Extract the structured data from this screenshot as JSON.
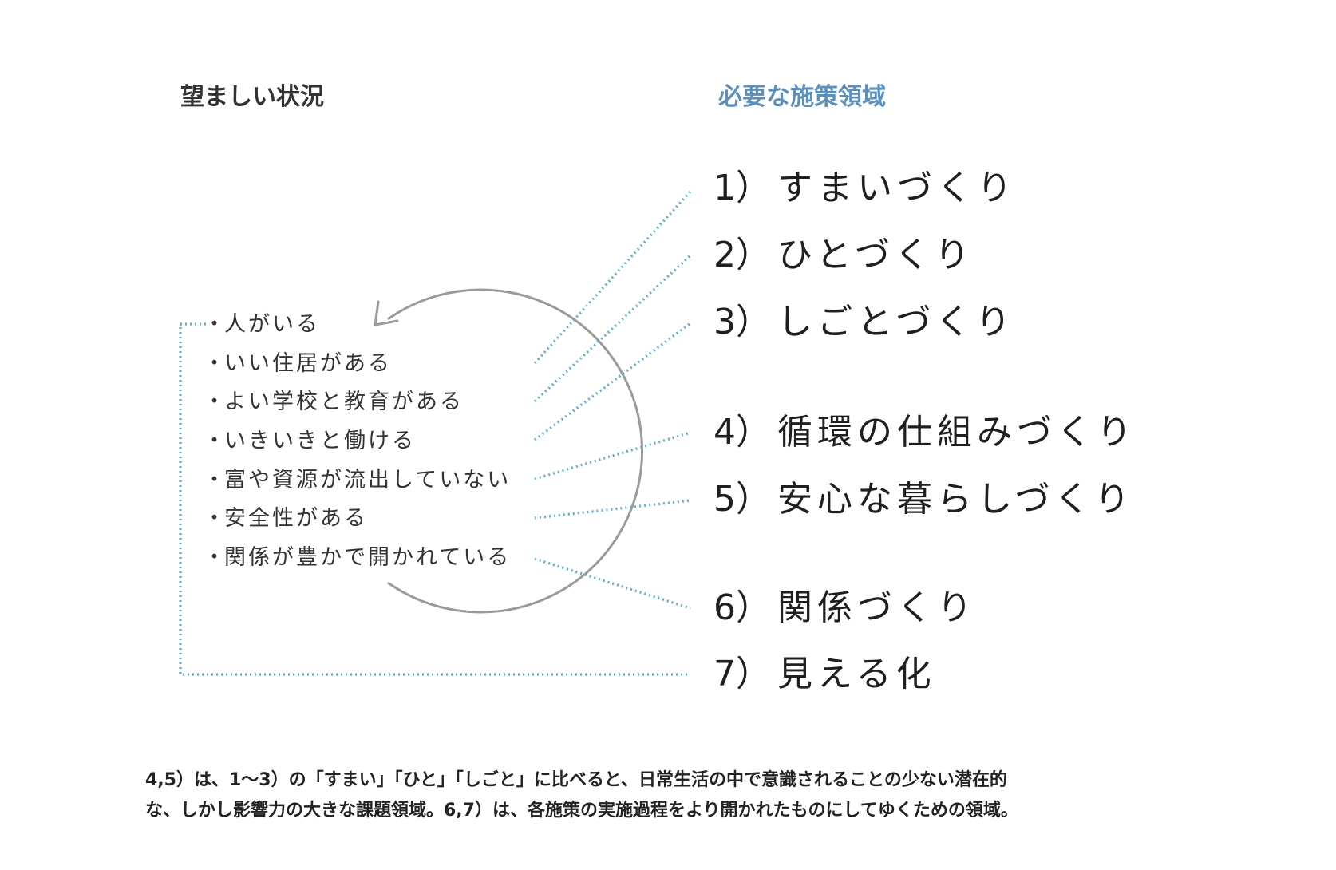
{
  "headings": {
    "left": "望ましい状況",
    "right": "必要な施策領域"
  },
  "bullet_glyph": "・",
  "situations": [
    "人がいる",
    "いい住居がある",
    "よい学校と教育がある",
    "いきいきと働ける",
    "富や資源が流出していない",
    "安全性がある",
    "関係が豊かで開かれている"
  ],
  "policy_areas": [
    {
      "number": "1）",
      "label": "すまいづくり"
    },
    {
      "number": "2）",
      "label": "ひとづくり"
    },
    {
      "number": "3）",
      "label": "しごとづくり"
    },
    {
      "number": "4）",
      "label": "循環の仕組みづくり"
    },
    {
      "number": "5）",
      "label": "安心な暮らしづくり"
    },
    {
      "number": "6）",
      "label": "関係づくり"
    },
    {
      "number": "7）",
      "label": "見える化"
    }
  ],
  "caption": {
    "line1": "4,5）は、1〜3）の「すまい」「ひと」「しごと」に比べると、日常生活の中で意識されることの少ない潜在的",
    "line2": "な、しかし影響力の大きな課題領域。6,7）は、各施策の実施過程をより開かれたものにしてゆくための領域。"
  },
  "colors": {
    "connector": "#5aaed8",
    "cycle_arrow": "#9a9a9a",
    "right_heading": "#5b8fbd"
  }
}
